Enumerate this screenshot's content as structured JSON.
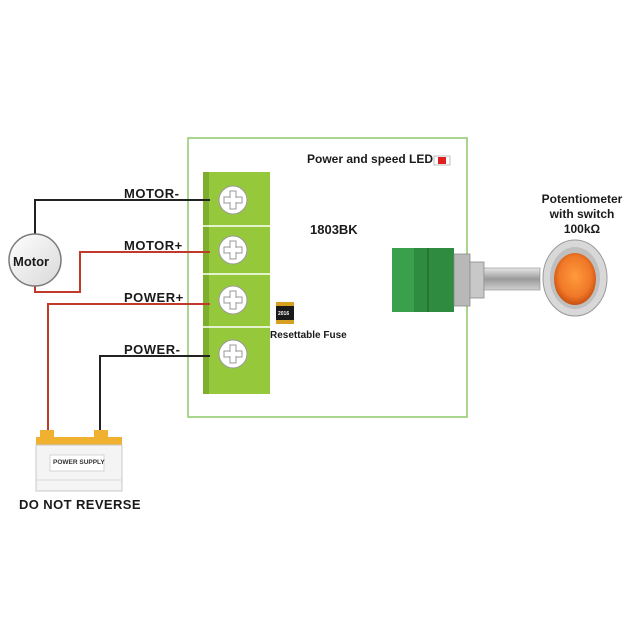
{
  "board": {
    "model": "1803BK",
    "led_label": "Power and speed LED",
    "fuse_label": "Resettable Fuse",
    "fuse_code": "2016"
  },
  "terminals": [
    {
      "label": "MOTOR-"
    },
    {
      "label": "MOTOR+"
    },
    {
      "label": "POWER+"
    },
    {
      "label": "POWER-"
    }
  ],
  "motor": {
    "label": "Motor"
  },
  "potentiometer": {
    "label": "Potentiometer with switch 100kΩ"
  },
  "power_supply": {
    "label": "POWER SUPPLY"
  },
  "warning": "DO NOT REVERSE",
  "colors": {
    "terminal_block": "#96c83c",
    "potentiometer_body": "#2e8b3f",
    "knob": "#f07828",
    "wire_positive": "#c0392b",
    "wire_negative": "#222222",
    "board_outline": "#8dc86a",
    "led": "#e02020"
  }
}
